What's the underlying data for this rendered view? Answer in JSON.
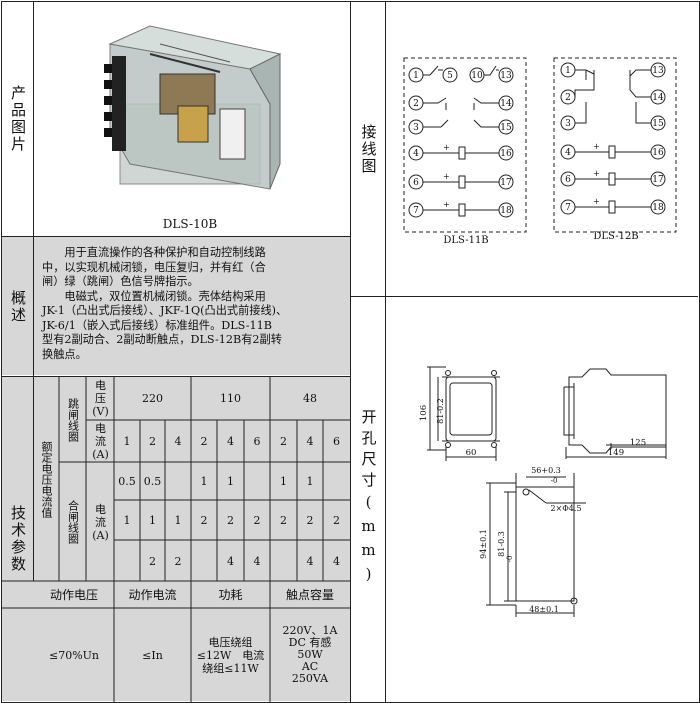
{
  "product": {
    "section_label": "产品图片",
    "model": "DLS-10B"
  },
  "overview": {
    "section_label": "概述",
    "lines": [
      "　　用于直流操作的各种保护和自动控制线路",
      "中，以实现机械闭锁，电压复归，并有红（合",
      "闸）绿（跳闸）色信号牌指示。",
      "　　电磁式，双位置机械闭锁。壳体结构采用",
      "JK-1（凸出式后接线）、JKF-1Q(凸出式前接线)、",
      "JK-6/1（嵌入式后接线）标准组件。DLS-11B",
      "型有2副动合、2副动断触点，DLS-12B有2副转",
      "换触点。"
    ]
  },
  "tech": {
    "section_label": "技术参数",
    "rated_label": "额定电压电流值",
    "trip_coil": "跳闸线圈",
    "close_coil": "合闸线圈",
    "voltage_label": "电压(V)",
    "current_label": "电流(A)",
    "voltages": [
      "220",
      "110",
      "48"
    ],
    "trip_currents": [
      "1",
      "2",
      "4",
      "2",
      "4",
      "6",
      "2",
      "4",
      "6"
    ],
    "close_row1": [
      "0.5",
      "0.5",
      "",
      "1",
      "1",
      "",
      "1",
      "1",
      ""
    ],
    "close_row2": [
      "1",
      "1",
      "1",
      "2",
      "2",
      "2",
      "2",
      "2",
      "2"
    ],
    "close_row3": [
      "",
      "2",
      "2",
      "",
      "4",
      "4",
      "",
      "4",
      "4"
    ],
    "headers": [
      "动作电压",
      "动作电流",
      "功耗",
      "触点容量"
    ],
    "action_voltage": "≤70%Un",
    "action_current": "≤In",
    "power": [
      "电压绕组",
      "≤12W　电流",
      "绕组≤11W"
    ],
    "contact": [
      "220V、1A",
      "DC 有感",
      "50W",
      "AC",
      "250VA"
    ]
  },
  "wiring": {
    "section_label": "接线图",
    "d1_label": "DLS-11B",
    "d2_label": "DLS-12B",
    "t": [
      "1",
      "2",
      "3",
      "4",
      "5",
      "6",
      "7",
      "10",
      "13",
      "14",
      "15",
      "16",
      "17",
      "18"
    ]
  },
  "cutout": {
    "section_label": "开孔尺寸(mm)",
    "dims": {
      "h106": "106",
      "h81": "81-0.2",
      "w60": "60",
      "w125": "125",
      "w149": "149",
      "w56": "56+0.3",
      "w56b": "-0",
      "hole": "2×Φ4.5",
      "h94": "94±0.1",
      "h81b": "81-0.3",
      "h81c": "-0",
      "w48": "48±0.1"
    }
  }
}
